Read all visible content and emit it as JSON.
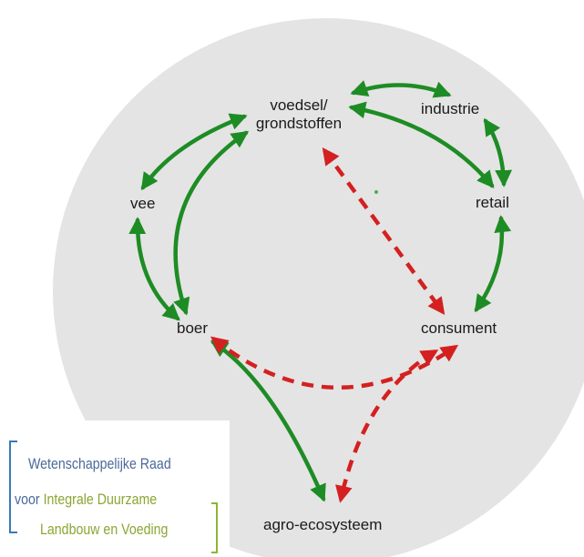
{
  "nodes": {
    "voedsel_line1": "voedsel/",
    "voedsel_line2": "grondstoffen",
    "industrie": "industrie",
    "vee": "vee",
    "retail": "retail",
    "boer": "boer",
    "consument": "consument",
    "agro": "agro-ecosysteem"
  },
  "logo": {
    "line1": "Wetenschappelijke Raad",
    "line2_part1": "voor",
    "line2_part2": "Integrale Duurzame",
    "line3": "Landbouw en Voeding"
  },
  "colors": {
    "solid_arrow": "#1e8c24",
    "dashed_arrow": "#d42020",
    "background_circle": "#e4e4e4",
    "logo_blue": "#4a6a9a",
    "logo_green": "#8aa632"
  }
}
